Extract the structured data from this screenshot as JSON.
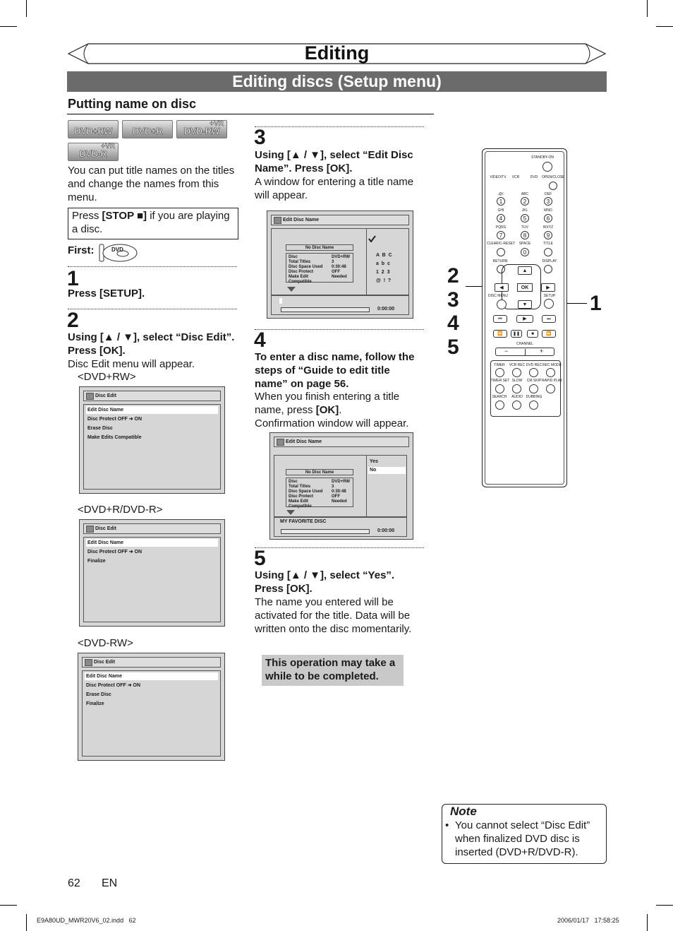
{
  "header": {
    "title": "Editing",
    "subtitle": "Editing discs (Setup menu)"
  },
  "section": {
    "title": "Putting name on disc"
  },
  "badges": [
    {
      "label": "DVD+RW",
      "sup": ""
    },
    {
      "label": "DVD+R",
      "sup": ""
    },
    {
      "label": "DVD-RW",
      "sup": "+VR"
    },
    {
      "label": "DVD-R",
      "sup": "+VR"
    }
  ],
  "intro": "You can put title names on the titles and change the names from this menu.",
  "stop_box": {
    "pre": "Press ",
    "key": "[STOP ■]",
    "post": " if you are playing a disc."
  },
  "first": {
    "label": "First:",
    "icon_text": "DVD"
  },
  "steps": {
    "s1": {
      "num": "1",
      "bold": "Press [SETUP]."
    },
    "s2": {
      "num": "2",
      "bold": "Using [▲ / ▼], select “Disc Edit”. Press [OK].",
      "text": "Disc Edit menu will appear."
    },
    "s3": {
      "num": "3",
      "bold": "Using [▲ / ▼], select “Edit Disc Name”. Press [OK].",
      "text": "A window for entering a title name will appear."
    },
    "s4": {
      "num": "4",
      "bold": "To enter a disc name, follow the steps of “Guide to edit title name” on page 56.",
      "text1_pre": "When you finish entering a title name, press ",
      "text1_key": "[OK]",
      "text1_post": ".",
      "text2": "Confirmation window will appear."
    },
    "s5": {
      "num": "5",
      "bold": "Using [▲ / ▼], select “Yes”. Press [OK].",
      "text": "The name you entered will be activated for the title. Data will be written onto the disc momentarily."
    }
  },
  "screens": {
    "dvdrw_label": "<DVD+RW>",
    "dvdr_label": "<DVD+R/DVD-R>",
    "dvdminus_label": "<DVD-RW>",
    "disc_edit_title": "Disc Edit",
    "menu_rw": [
      "Edit Disc Name",
      "Disc Protect OFF ➜ ON",
      "Erase Disc",
      "Make Edits Compatible"
    ],
    "menu_r": [
      "Edit Disc Name",
      "Disc Protect OFF ➜ ON",
      "Finalize"
    ],
    "menu_minus": [
      "Edit Disc Name",
      "Disc Protect OFF ➜ ON",
      "Erase Disc",
      "Finalize"
    ],
    "edit_name_title": "Edit Disc Name",
    "no_disc_name": "No Disc Name",
    "info_keys": [
      "Disc",
      "Total Titles",
      "Disc Space Used",
      "Disc Protect",
      "Make Edit Compatible"
    ],
    "info_vals": [
      "DVD+RW",
      "3",
      "0:30:48",
      "OFF",
      "Needed"
    ],
    "chars": [
      "A  B  C",
      "a  b  c",
      "1  2  3",
      "@  !  ?"
    ],
    "time": "0:00:00",
    "yes": "Yes",
    "no": "No",
    "entered_name": "MY FAVORITE DISC"
  },
  "operation_note": "This operation may take a while to be completed.",
  "note": {
    "title": "Note",
    "text": "You cannot select “Disc Edit” when finalized DVD disc is inserted (DVD+R/DVD-R)."
  },
  "callouts": {
    "left": [
      "2",
      "3",
      "4",
      "5"
    ],
    "right": "1"
  },
  "remote": {
    "standby": "STANDBY-ON",
    "top_labels": [
      "VIDEO/TV",
      "VCR",
      "DVD",
      "OPEN/CLOSE"
    ],
    "num_labels": [
      ".@/:",
      "ABC",
      "DEF",
      "GHI",
      "JKL",
      "MNO",
      "PQRS",
      "TUV",
      "WXYZ",
      "CLEAR/C-RESET",
      "SPACE",
      "TITLE"
    ],
    "digits": [
      "1",
      "2",
      "3",
      "4",
      "5",
      "6",
      "7",
      "8",
      "9",
      "0"
    ],
    "return": "RETURN",
    "display": "DISPLAY",
    "ok": "OK",
    "disc_menu": "DISC MENU",
    "setup": "SETUP",
    "channel": "CHANNEL",
    "row1": [
      "TIMER",
      "VCR REC",
      "DVD REC",
      "REC MODE"
    ],
    "row2": [
      "TIMER SET",
      "SLOW",
      "CM SKIP",
      "RAPID PLAY"
    ],
    "row3": [
      "SEARCH",
      "AUDIO",
      "DUBBING"
    ]
  },
  "footer": {
    "page": "62",
    "lang": "EN",
    "file": "E9A80UD_MWR20V6_02.indd   62",
    "date": "2006/01/17   17:58:25"
  }
}
